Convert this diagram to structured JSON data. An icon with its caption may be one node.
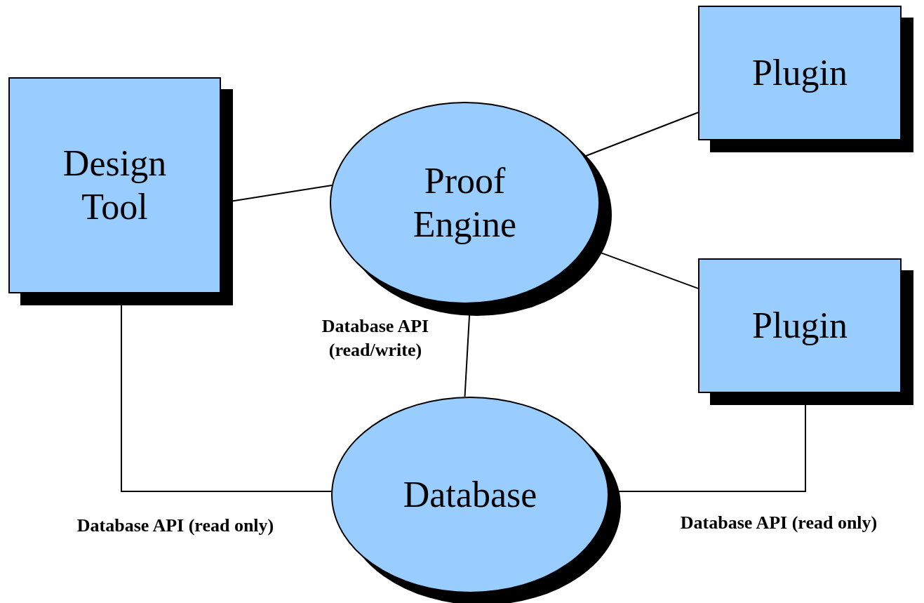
{
  "diagram": {
    "nodes": [
      {
        "text": [
          "Design Tool"
        ]
      },
      {
        "text": [
          "Proof Engine"
        ]
      },
      {
        "text": [
          "Plugin"
        ]
      },
      {
        "text": [
          "Plugin"
        ]
      },
      {
        "text": [
          "Database"
        ]
      }
    ],
    "edges": [
      {
        "from": 0,
        "to": 1,
        "arrow": "none"
      },
      {
        "from": 1,
        "to": 2,
        "arrow": "none"
      },
      {
        "from": 1,
        "to": 3,
        "arrow": "none"
      },
      {
        "from": 1,
        "to": 4,
        "arrow": "none",
        "label": "Database API (read/write)"
      },
      {
        "from": 0,
        "to": 4,
        "arrow": "none",
        "label": "Database API (read only)"
      },
      {
        "from": 3,
        "to": 4,
        "arrow": "none",
        "label": "Database API (read only)"
      }
    ]
  }
}
